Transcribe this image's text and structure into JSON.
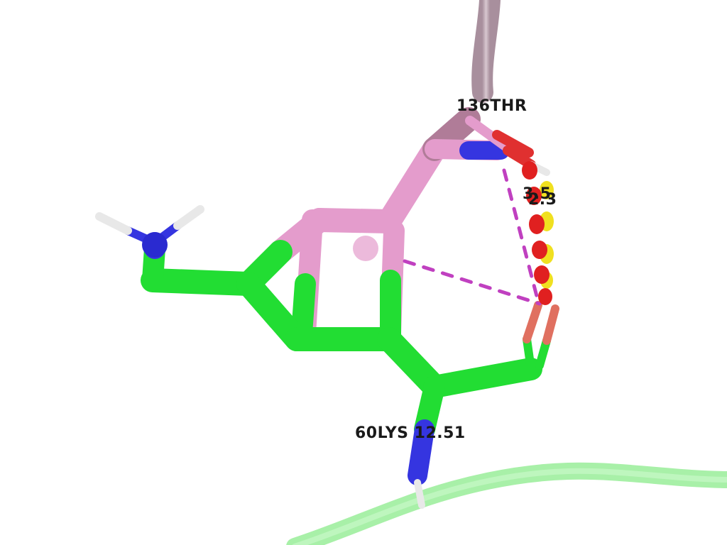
{
  "labels": {
    "residue_thr": "136THR",
    "residue_lys": "60LYS 12.51",
    "distance_a": "3.5",
    "distance_b": "2.3"
  },
  "colors": {
    "background": "#ffffff",
    "carbon_lys": "#22dd33",
    "carbon_thr": "#e49ccc",
    "nitrogen": "#3535e0",
    "oxygen": "#e03030",
    "hydrogen": "#e8e8e8",
    "sulfur": "#f0e020",
    "hbond_dash": "#c040c0",
    "cartoon_lys": "#a8f0a8",
    "cartoon_thr": "#c9b0bc"
  }
}
